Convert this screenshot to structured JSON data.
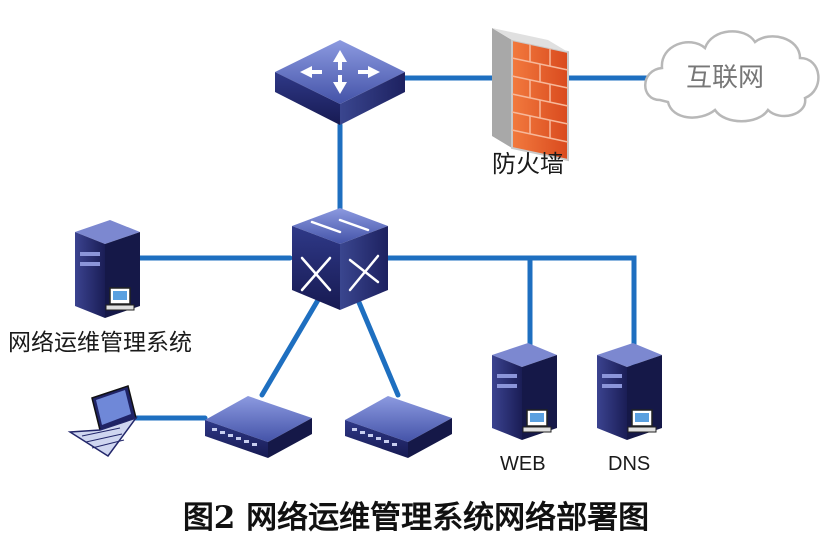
{
  "figure": {
    "caption": "图2  网络运维管理系统网络部署图"
  },
  "nodes": {
    "internet": {
      "label": "互联网",
      "icon": "cloud-icon"
    },
    "firewall": {
      "label": "防火墙",
      "icon": "firewall-icon"
    },
    "core_router": {
      "label": "",
      "icon": "router-icon"
    },
    "core_switch": {
      "label": "",
      "icon": "switch-icon"
    },
    "nms_server": {
      "label": "网络运维管理系统",
      "icon": "server-icon"
    },
    "web_server": {
      "label": "WEB",
      "icon": "server-icon"
    },
    "dns_server": {
      "label": "DNS",
      "icon": "server-icon"
    },
    "laptop": {
      "label": "",
      "icon": "laptop-icon"
    },
    "access_switch_1": {
      "label": "",
      "icon": "access-switch-icon"
    },
    "access_switch_2": {
      "label": "",
      "icon": "access-switch-icon"
    }
  },
  "links": [
    [
      "core_router",
      "firewall"
    ],
    [
      "firewall",
      "internet"
    ],
    [
      "core_router",
      "core_switch"
    ],
    [
      "core_switch",
      "nms_server"
    ],
    [
      "core_switch",
      "web_server"
    ],
    [
      "core_switch",
      "dns_server"
    ],
    [
      "core_switch",
      "access_switch_1"
    ],
    [
      "core_switch",
      "access_switch_2"
    ],
    [
      "access_switch_1",
      "laptop"
    ]
  ],
  "colors": {
    "link": "#1e6fc0",
    "device_dark": "#24276b",
    "device_mid": "#3d4fa8",
    "device_light": "#6b7fd0",
    "firewall": "#e85a2c",
    "cloud_stroke": "#b8b8b8"
  }
}
